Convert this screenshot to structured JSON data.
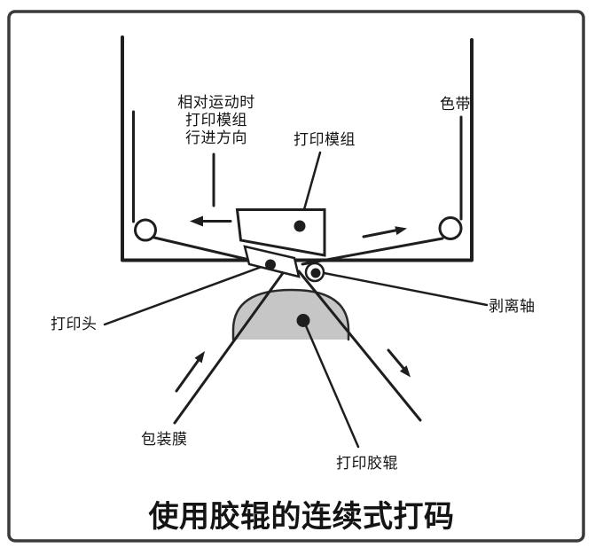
{
  "page": {
    "title": "使用胶辊的连续式打码"
  },
  "labels": {
    "direction_note_line1": "相对运动时",
    "direction_note_line2": "打印模组",
    "direction_note_line3": "行进方向",
    "print_module": "打印模组",
    "ribbon": "色带",
    "print_head": "打印头",
    "peel_shaft": "剥离轴",
    "packaging_film": "包装膜",
    "print_roller": "打印胶辊"
  },
  "colors": {
    "line": "#1e1e1e",
    "border": "#3a3a3a",
    "roller_fill": "#c6c6c6",
    "background": "#ffffff",
    "text": "#141414"
  },
  "shapes": [
    "outer-border",
    "machine-frame",
    "ribbon-path-left",
    "ribbon-path-right",
    "left-guide-roller",
    "right-guide-roller",
    "print-module-box",
    "print-head-bracket",
    "print-head-dot",
    "peel-shaft-circle",
    "print-rubber-roller-dome",
    "packaging-film-line-in",
    "packaging-film-line-out",
    "module-travel-arrow",
    "ribbon-feed-arrow",
    "film-in-arrow",
    "film-out-arrow"
  ]
}
